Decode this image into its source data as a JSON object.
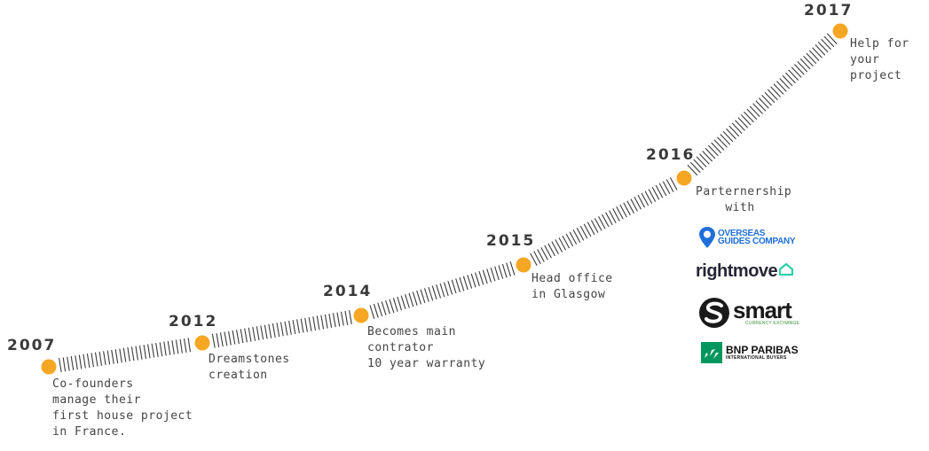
{
  "timeline": {
    "accent_color": "#f5a623",
    "line_color": "#3a3a3a",
    "milestones": [
      {
        "year": "2007",
        "desc": "Co-founders\nmanage their\nfirst house project\nin France."
      },
      {
        "year": "2012",
        "desc": "Dreamstones\ncreation"
      },
      {
        "year": "2014",
        "desc": "Becomes main\ncontrator\n10 year warranty"
      },
      {
        "year": "2015",
        "desc": "Head office\nin Glasgow"
      },
      {
        "year": "2016",
        "desc": "Parternership\nwith"
      },
      {
        "year": "2017",
        "desc": "Help for\nyour project"
      }
    ]
  },
  "partners": {
    "overseas": {
      "line1": "OVERSEAS",
      "line2": "GUIDES COMPANY",
      "icon": "map-pin-icon",
      "color": "#1e6fd9"
    },
    "rightmove": {
      "name": "rightmove",
      "icon": "house-outline-icon",
      "icon_color": "#2ed1a6"
    },
    "smart": {
      "name": "smart",
      "tagline": "CURRENCY EXCHANGE",
      "icon": "s-circle-icon"
    },
    "bnp": {
      "name": "BNP PARIBAS",
      "tagline": "INTERNATIONAL BUYERS",
      "icon": "bnp-stars-icon",
      "color": "#00965e"
    }
  }
}
